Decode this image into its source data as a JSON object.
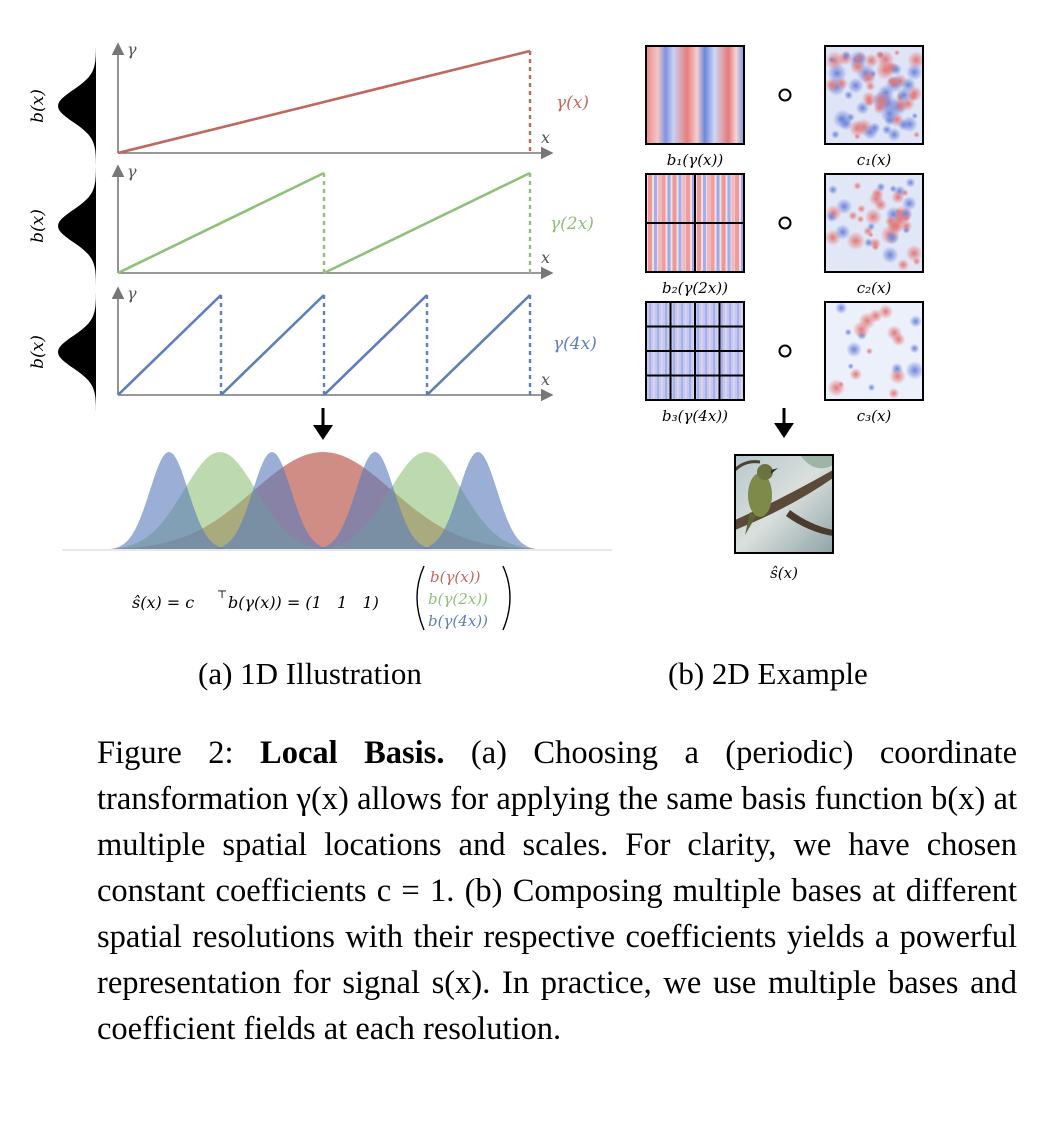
{
  "panel_a": {
    "y_axis_label": "γ",
    "x_axis_label": "x",
    "side_label": "b(x)",
    "curve_labels": [
      "γ(x)",
      "γ(2x)",
      "γ(4x)"
    ],
    "equation_lhs": "ŝ(x) = c",
    "equation_sup": "⊤",
    "equation_mid": "b(γ(x)) = (1   1   1)",
    "vector_entries": [
      "b(γ(x))",
      "b(γ(2x))",
      "b(γ(4x))"
    ],
    "caption": "(a) 1D Illustration"
  },
  "panel_b": {
    "composition_symbol": "∘",
    "basis_labels": [
      "b₁(γ(x))",
      "b₂(γ(2x))",
      "b₃(γ(4x))"
    ],
    "coef_labels": [
      "c₁(x)",
      "c₂(x)",
      "c₃(x)"
    ],
    "output_label": "ŝ(x)",
    "caption": "(b) 2D Example"
  },
  "colors": {
    "red": "#c0675e",
    "green": "#8fc079",
    "blue": "#5d7dbb",
    "axis": "#777777"
  },
  "caption": {
    "prefix": "Figure 2:",
    "title": "Local Basis.",
    "text": "(a) Choosing a (periodic) coordinate transformation γ(x) allows for applying the same basis function b(x) at multiple spatial locations and scales. For clarity, we have chosen constant coefficients c = 1. (b) Composing multiple bases at different spatial resolutions with their respective coefficients yields a powerful representation for signal s(x). In practice, we use multiple bases and coefficient fields at each resolution."
  }
}
